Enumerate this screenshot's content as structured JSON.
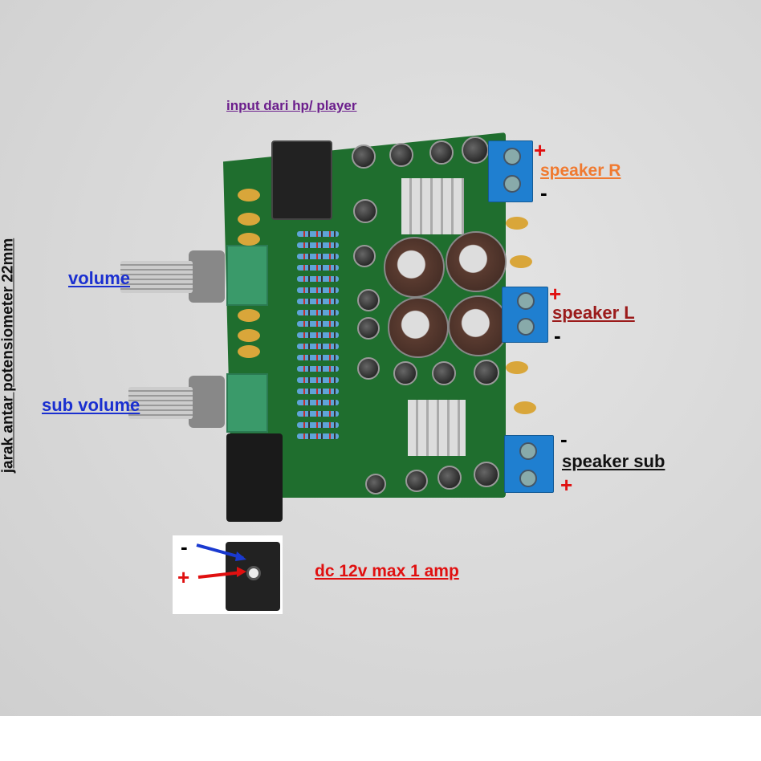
{
  "labels": {
    "input": "input dari hp/ player",
    "volume": "volume",
    "sub_volume": "sub volume",
    "speaker_r": "speaker R",
    "speaker_l": "speaker L",
    "speaker_sub": "speaker sub",
    "dc": "dc 12v max 1 amp",
    "pot_spacing": "jarak antar potensiometer 22mm"
  },
  "signs": {
    "plus": "+",
    "minus": "-"
  },
  "colors": {
    "input": "#6b1e8c",
    "volume": "#1a2fd0",
    "speaker_r": "#f07a30",
    "speaker_l": "#9b1b1b",
    "speaker_sub": "#111111",
    "dc": "#e01010",
    "board": "#1f6e2e"
  }
}
